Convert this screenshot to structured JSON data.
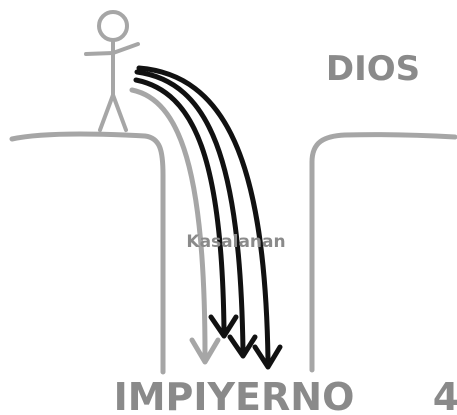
{
  "labels": {
    "top_right": "DIOS",
    "gap_label": "Kasalanan",
    "bottom": "IMPIYERNO",
    "page_number": "4"
  },
  "colors": {
    "ground": "#a6a6a6",
    "figure": "#a6a6a6",
    "gray_arrow": "#a6a6a6",
    "black_arrows": "#111111",
    "text": "#8a8a8a"
  }
}
